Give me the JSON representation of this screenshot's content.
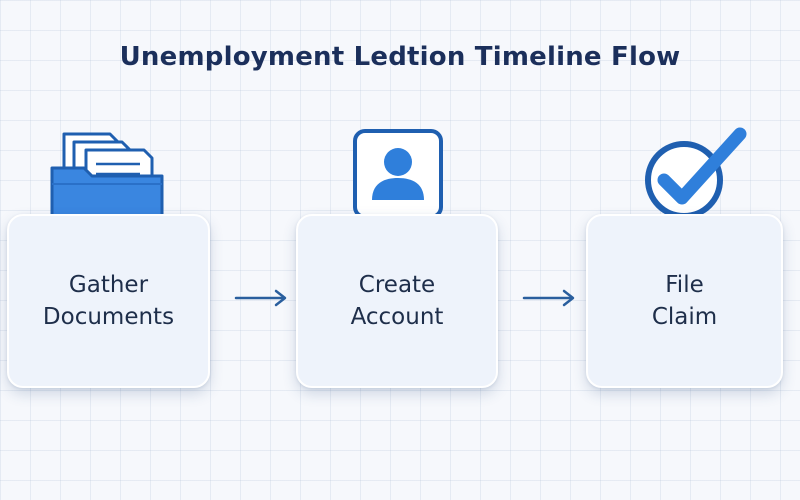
{
  "title": "Unemployment Ledtion Timeline Flow",
  "steps": [
    {
      "line1": "Gather",
      "line2": "Documents",
      "icon": "folder-icon"
    },
    {
      "line1": "Create",
      "line2": "Account",
      "icon": "user-icon"
    },
    {
      "line1": "File",
      "line2": "Claim",
      "icon": "checkmark-icon"
    }
  ],
  "colors": {
    "title": "#1b2f5b",
    "accent_blue": "#2f7fdb",
    "dark_blue": "#1f5fb0",
    "card_background": "#eef3fb",
    "arrow": "#2a5f9e"
  }
}
